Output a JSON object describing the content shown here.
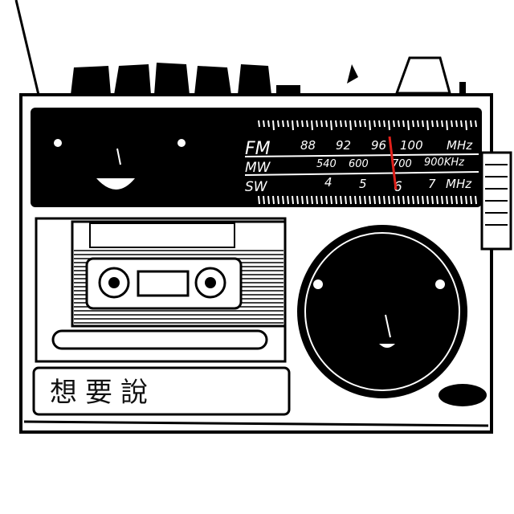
{
  "dial": {
    "fm": {
      "band": "FM",
      "marks": [
        "88",
        "92",
        "96",
        "100"
      ],
      "unit": "MHz"
    },
    "mw": {
      "band": "MW",
      "marks": [
        "540",
        "600",
        "700"
      ],
      "unit": "900KHz"
    },
    "sw": {
      "band": "SW",
      "marks": [
        "4",
        "5",
        "6",
        "7"
      ],
      "unit": "MHz"
    }
  },
  "cassette_label": "想要說",
  "colors": {
    "ink": "#000000",
    "paper": "#ffffff",
    "needle": "#e0201a"
  }
}
